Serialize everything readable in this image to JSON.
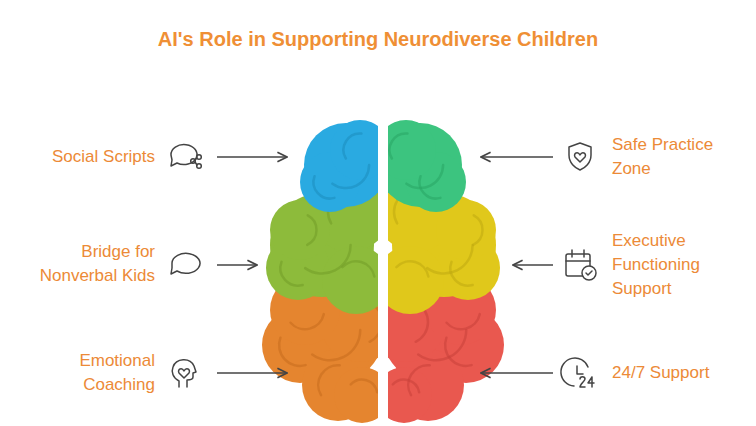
{
  "diagram": {
    "title": "AI's Role in Supporting Neurodiverse Children",
    "labels": [
      "Social Scripts",
      "Safe Practice Zone",
      "Bridge for Nonverbal Kids",
      "Executive Functioning Support",
      "Emotional Coaching",
      "24/7 Support"
    ]
  }
}
